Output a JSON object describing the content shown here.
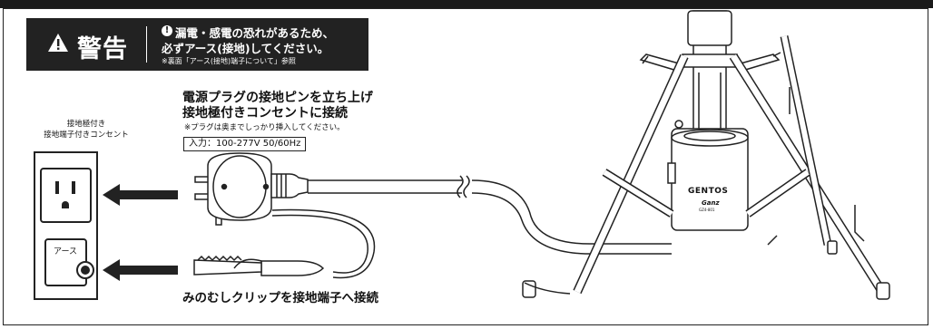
{
  "header": {
    "left_text": "",
    "right_text": ""
  },
  "warning": {
    "icon": "warning-triangle-icon",
    "title": "警告",
    "line1": "漏電・感電の恐れがあるため、",
    "line2": "必ずアース(接地)してください。",
    "line3": "※裏面「アース(接地)端子について」参照"
  },
  "plug_instructions": {
    "line1": "電源プラグの接地ピンを立ち上げ",
    "line2": "接地極付きコンセントに接続",
    "note": "※プラグは奥までしっかり挿入してください。",
    "input_rating": "入力：100-277V 50/60Hz"
  },
  "outlet_label": {
    "line1": "接地極付き",
    "line2": "接地端子付きコンセント"
  },
  "earth_terminal_label": "アース",
  "clip_instruction": "みのむしクリップを接地端子へ接続",
  "product": {
    "brand": "GENTOS",
    "model": "Ganz",
    "small_print": "GZ4-801"
  },
  "colors": {
    "warning_bg": "#222222",
    "line": "#222222",
    "fill_light": "#dddddd"
  }
}
